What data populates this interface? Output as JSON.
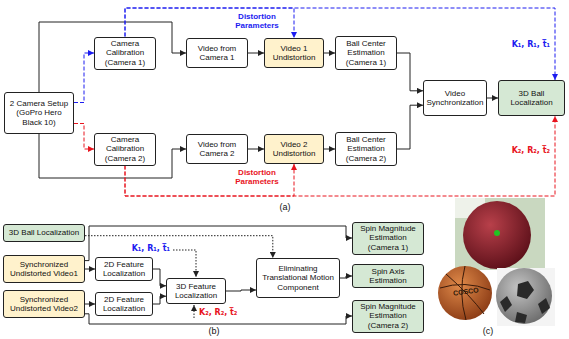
{
  "diagram": {
    "nodes": [
      {
        "text": [
          "2 Camera Setup (GoPro Hero Black 10)"
        ]
      },
      {
        "text": [
          "Camera Calibration (Camera 1)"
        ]
      },
      {
        "text": [
          "Video from Camera 1"
        ]
      },
      {
        "text": [
          "Video 1 Undistortion"
        ]
      },
      {
        "text": [
          "Ball Center Estimation (Camera 1)"
        ]
      },
      {
        "text": [
          "Camera Calibration (Camera 2)"
        ]
      },
      {
        "text": [
          "Video from Camera 2"
        ]
      },
      {
        "text": [
          "Video 2 Undistortion"
        ]
      },
      {
        "text": [
          "Ball Center Estimation (Camera 2)"
        ]
      },
      {
        "text": [
          "Video Synchronization"
        ]
      },
      {
        "text": [
          "3D Ball Localization"
        ]
      },
      {
        "text": [
          "3D Ball Localization"
        ]
      },
      {
        "text": [
          "Synchronized Undistorted Video1"
        ]
      },
      {
        "text": [
          "Synchronized Undistorted Video2"
        ]
      },
      {
        "text": [
          "2D Feature Localization"
        ]
      },
      {
        "text": [
          "2D Feature Localization"
        ]
      },
      {
        "text": [
          "3D Feature Localization"
        ]
      },
      {
        "text": [
          "Eliminating Translational Motion Component"
        ]
      },
      {
        "text": [
          "Spin Magnitude Estimation (Camera 1)"
        ]
      },
      {
        "text": [
          "Spin Axis Estimation"
        ]
      },
      {
        "text": [
          "Spin Magnitude Estimation (Camera 2)"
        ]
      }
    ],
    "edges": [
      {
        "from": 0,
        "to": 1,
        "arrow": "to"
      },
      {
        "from": 0,
        "to": 2,
        "arrow": "to"
      },
      {
        "from": 2,
        "to": 3,
        "arrow": "to"
      },
      {
        "from": 3,
        "to": 4,
        "arrow": "to"
      },
      {
        "from": 4,
        "to": 9,
        "arrow": "to"
      },
      {
        "from": 1,
        "to": 3,
        "arrow": "to"
      },
      {
        "from": 1,
        "to": 10,
        "arrow": "to"
      },
      {
        "from": 0,
        "to": 5,
        "arrow": "to"
      },
      {
        "from": 0,
        "to": 6,
        "arrow": "to"
      },
      {
        "from": 6,
        "to": 7,
        "arrow": "to"
      },
      {
        "from": 7,
        "to": 8,
        "arrow": "to"
      },
      {
        "from": 8,
        "to": 9,
        "arrow": "to"
      },
      {
        "from": 5,
        "to": 7,
        "arrow": "to"
      },
      {
        "from": 5,
        "to": 10,
        "arrow": "to"
      },
      {
        "from": 9,
        "to": 10,
        "arrow": "to"
      },
      {
        "from": 12,
        "to": 14,
        "arrow": "to"
      },
      {
        "from": 13,
        "to": 15,
        "arrow": "to"
      },
      {
        "from": 14,
        "to": 16,
        "arrow": "to"
      },
      {
        "from": 15,
        "to": 16,
        "arrow": "to"
      },
      {
        "from": 16,
        "to": 17,
        "arrow": "to"
      },
      {
        "from": 17,
        "to": 19,
        "arrow": "to"
      },
      {
        "from": 12,
        "to": 18,
        "arrow": "to"
      },
      {
        "from": 11,
        "to": 17,
        "arrow": "to"
      },
      {
        "from": 13,
        "to": 20,
        "arrow": "to"
      }
    ],
    "labels": [
      "Distortion Parameters",
      "Distortion Parameters",
      "K₁, R₁, t̅₁",
      "K₂, R₂, t̅₂",
      "(a)",
      "K₁, R₁, t̅₁",
      "K₂, R₂, t̅₂",
      "(b)",
      "COSCO",
      "(c)"
    ]
  }
}
